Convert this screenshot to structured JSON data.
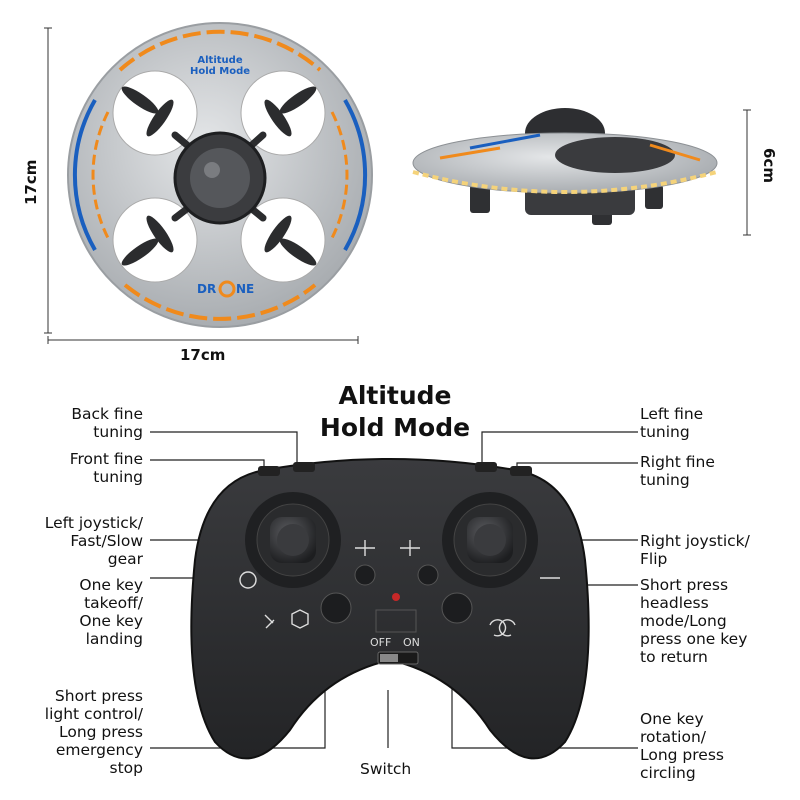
{
  "drone": {
    "width_label": "17cm",
    "height_label": "17cm",
    "side_height_label": "6cm",
    "top_badge": "Altitude\nHold Mode",
    "brand_left": "DR",
    "brand_right": "NE"
  },
  "title": "Altitude\nHold Mode",
  "labels": {
    "back_fine_tuning": "Back fine\ntuning",
    "front_fine_tuning": "Front fine\ntuning",
    "left_joystick": "Left joystick/\nFast/Slow\ngear",
    "takeoff_landing": "One key\ntakeoff/\nOne key\nlanding",
    "light_stop": "Short press\nlight control/\nLong press\nemergency\nstop",
    "left_fine_tuning": "Left fine\ntuning",
    "right_fine_tuning": "Right fine\ntuning",
    "right_joystick": "Right joystick/\nFlip",
    "headless_return": "Short press\nheadless\nmode/Long\npress one key\nto return",
    "rotation_circling": "One key\nrotation/\nLong press\ncircling",
    "switch": "Switch"
  },
  "switch": {
    "off": "OFF",
    "on": "ON"
  },
  "colors": {
    "orange": "#f08a1c",
    "blue": "#1a5fbf",
    "body": "#2f3033",
    "foam": "#c9cccf"
  }
}
